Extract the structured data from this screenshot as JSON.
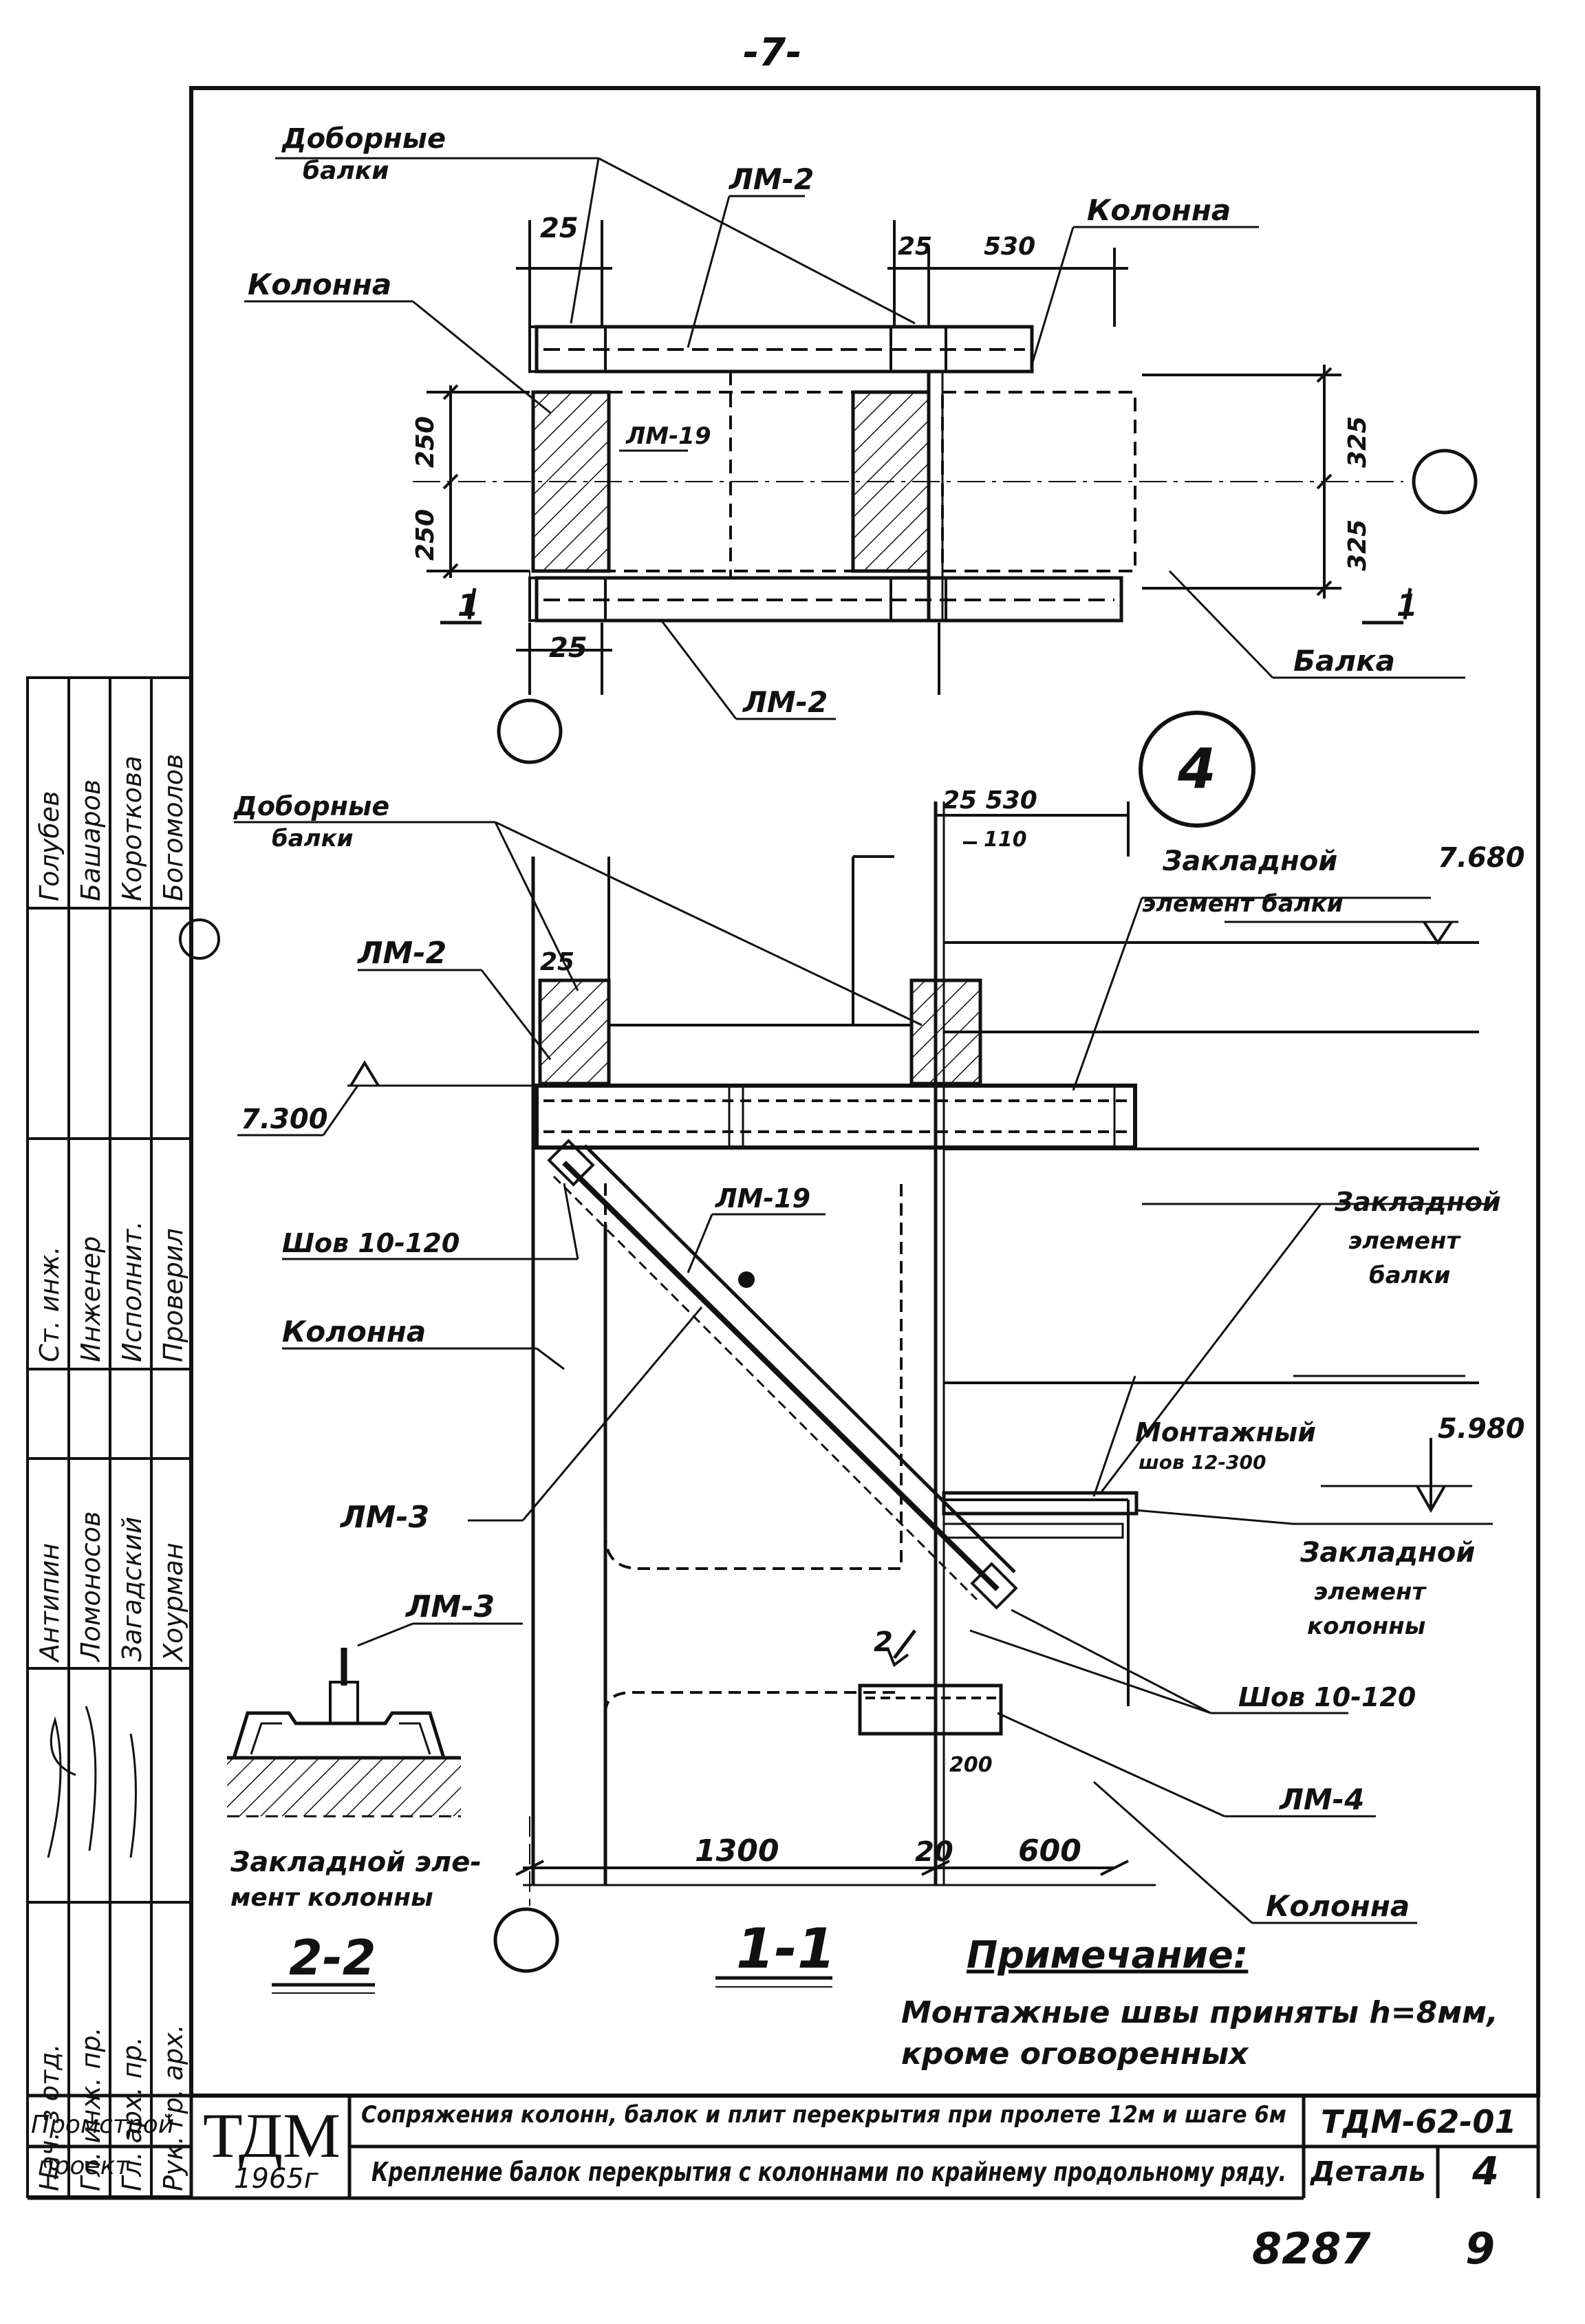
{
  "page_number": "-7-",
  "plan": {
    "dobornye_balki": [
      "Доборные",
      "балки"
    ],
    "lm2_top": "ЛМ-2",
    "kolonna_right": "Колонна",
    "kolonna_left": "Колонна",
    "lm19": "ЛМ-19",
    "balka": "Балка",
    "lm2_bottom": "ЛМ-2",
    "dim_25_a": "25",
    "dim_25_b": "25",
    "dim_530": "530",
    "dim_250_a": "250",
    "dim_250_b": "250",
    "dim_325_a": "325",
    "dim_325_b": "325",
    "dim_25_c": "25",
    "section_mark_left": "1",
    "section_mark_right": "1"
  },
  "detail_number": "4",
  "section": {
    "dobornye_balki": [
      "Доборные",
      "балки"
    ],
    "dim_25_530": "25  530",
    "dim_110": "110",
    "zakladnoy_balki_1": [
      "Закладной",
      "элемент балки"
    ],
    "level_7680": "7.680",
    "lm2": "ЛМ-2",
    "dim_25": "25",
    "level_7300": "7.300",
    "lm19": "ЛМ-19",
    "shov_1": "Шов 10-120",
    "zakladnoy_balki_2": [
      "Закладной",
      "элемент",
      "балки"
    ],
    "kolonna_1": "Колонна",
    "montazhny": [
      "Монтажный",
      "шов 12-300"
    ],
    "level_5980": "5.980",
    "lm3": "ЛМ-3",
    "zakladnoy_kolonny": [
      "Закладной",
      "элемент",
      "колонны"
    ],
    "shov_2": "Шов 10-120",
    "lm4": "ЛМ-4",
    "dim_200": "200",
    "dim_1300": "1300",
    "dim_20": "20",
    "dim_600": "600",
    "kolonna_2": "Колонна",
    "section_mark": "2",
    "title": "1-1"
  },
  "detail22": {
    "lm3": "ЛМ-3",
    "zakladnoy": [
      "Закладной эле-",
      "мент колонны"
    ],
    "title": "2-2"
  },
  "note": {
    "heading": "Примечание:",
    "lines": [
      "Монтажные швы приняты h=8мм,",
      "кроме оговоренных"
    ]
  },
  "stamp": {
    "roles_col1": [
      "Нач. з отд.",
      "Гл. инж. пр.",
      "Гл. арх. пр.",
      "Рук. гр. арх."
    ],
    "names_col1": [
      "Антипин",
      "Ломоносов",
      "Загадский",
      "Хоурман"
    ],
    "roles_col2": [
      "Ст. инж.",
      "Инженер",
      "Исполнит.",
      "Проверил"
    ],
    "names_col2": [
      "Голубев",
      "Башаров",
      "Короткова",
      "Богомолов"
    ],
    "org": [
      "Промстрой",
      "проект"
    ],
    "logo": "ТДМ",
    "year": "1965г",
    "series_title": "Сопряжения колонн, балок и плит перекрытия при пролете 12м и шаге 6м",
    "series_code": "ТДМ-62-01",
    "sheet_title": "Крепление балок перекрытия с колоннами по крайнему продольному ряду.",
    "detail_label": "Деталь",
    "detail_value": "4"
  },
  "footer": {
    "number": "8287",
    "page": "9"
  }
}
